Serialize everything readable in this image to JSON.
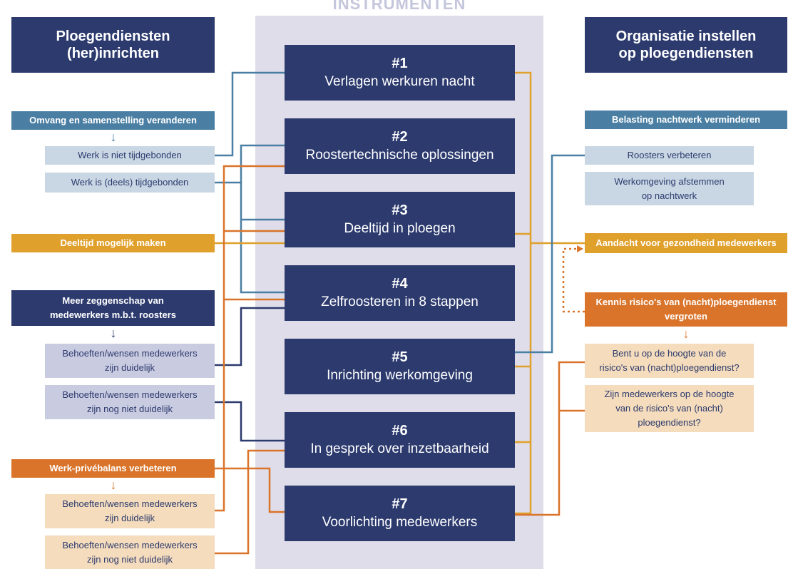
{
  "center_title": "INSTRUMENTEN",
  "left_header": {
    "line1": "Ploegendiensten",
    "line2": "(her)inrichten"
  },
  "right_header": {
    "line1": "Organisatie instellen",
    "line2": "op ploegendiensten"
  },
  "instruments": [
    {
      "num": "#1",
      "title": "Verlagen werkuren nacht"
    },
    {
      "num": "#2",
      "title": "Roostertechnische oplossingen"
    },
    {
      "num": "#3",
      "title": "Deeltijd in ploegen"
    },
    {
      "num": "#4",
      "title": "Zelfroosteren in 8 stappen"
    },
    {
      "num": "#5",
      "title": "Inrichting werkomgeving"
    },
    {
      "num": "#6",
      "title": "In gesprek over inzetbaarheid"
    },
    {
      "num": "#7",
      "title": "Voorlichting medewerkers"
    }
  ],
  "left": {
    "omvang": "Omvang en samenstelling veranderen",
    "niet_tijdgebonden": "Werk is niet tijdgebonden",
    "deels_tijdgebonden": "Werk is (deels) tijdgebonden",
    "deeltijd": "Deeltijd mogelijk maken",
    "zeggenschap": {
      "line1": "Meer zeggenschap van",
      "line2": "medewerkers m.b.t. roosters"
    },
    "z_duidelijk": {
      "line1": "Behoeften/wensen medewerkers",
      "line2": "zijn duidelijk"
    },
    "z_niet_duidelijk": {
      "line1": "Behoeften/wensen medewerkers",
      "line2": "zijn nog niet duidelijk"
    },
    "werkprive": "Werk-privébalans verbeteren",
    "w_duidelijk": {
      "line1": "Behoeften/wensen medewerkers",
      "line2": "zijn duidelijk"
    },
    "w_niet_duidelijk": {
      "line1": "Behoeften/wensen medewerkers",
      "line2": "zijn nog niet duidelijk"
    }
  },
  "right": {
    "belasting": "Belasting nachtwerk verminderen",
    "roosters": "Roosters verbeteren",
    "werkomgeving": {
      "line1": "Werkomgeving afstemmen",
      "line2": "op nachtwerk"
    },
    "aandacht": "Aandacht voor gezondheid medewerkers",
    "kennis": {
      "line1": "Kennis risico's van (nacht)ploegendienst",
      "line2": "vergroten"
    },
    "hoogte": {
      "line1": "Bent u op de hoogte van de",
      "line2": "risico's van (nacht)ploegendienst?"
    },
    "medewerkers_hoogte": {
      "line1": "Zijn medewerkers op de hoogte",
      "line2": "van de risico's van (nacht)",
      "line3": "ploegendienst?"
    }
  },
  "icons": {
    "down_arrow": "down-arrow-icon"
  },
  "colors": {
    "navy": "#2c3a6e",
    "blue": "#4a7fa3",
    "gold": "#e0a02c",
    "orange": "#d9742a"
  }
}
